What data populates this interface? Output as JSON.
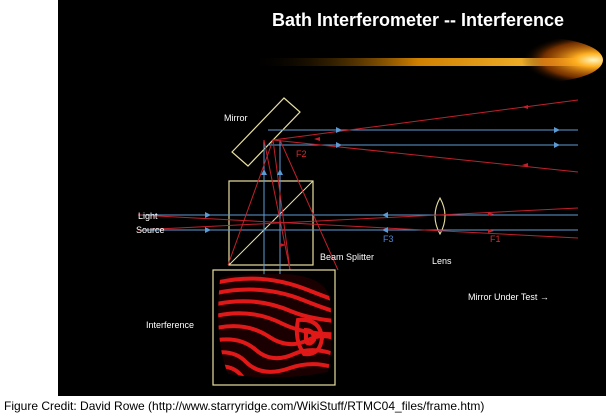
{
  "title": "Bath Interferometer  -- Interference",
  "labels": {
    "mirror": "Mirror",
    "f2": "F2",
    "light_source_line1": "Light",
    "light_source_line2": "Source",
    "f3": "F3",
    "f1": "F1",
    "beam_splitter": "Beam Splitter",
    "lens": "Lens",
    "mirror_under_test": "Mirror Under Test",
    "interference": "Interference"
  },
  "credit": "Figure Credit: David Rowe (http://www.starryridge.com/WikiStuff/RTMC04_files/frame.htm)",
  "colors": {
    "background": "#000000",
    "beam_blue": "#5b9bd5",
    "beam_red": "#c0202a",
    "outline_yellow": "#e8e0a0",
    "fringe_red": "#e01818"
  }
}
